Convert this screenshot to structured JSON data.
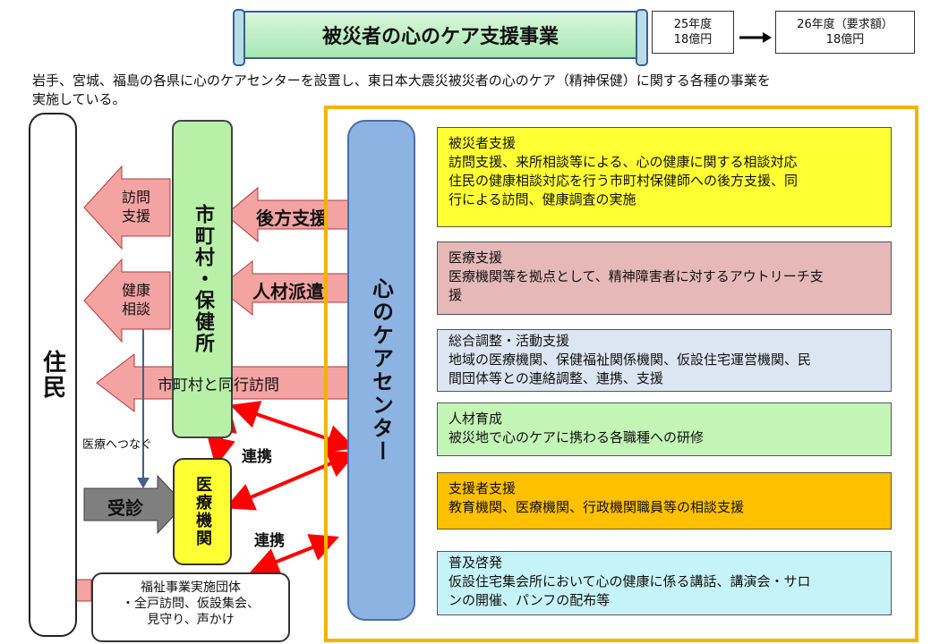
{
  "title": "被災者の心のケア支援事業",
  "budget": {
    "fy25_line1": "25年度",
    "fy25_line2": "18億円",
    "fy26_line1": "26年度（要求額）",
    "fy26_line2": "18億円"
  },
  "intro": {
    "line1": "岩手、宮城、福島の各県に心のケアセンターを設置し、東日本大震災被災者の心のケア（精神保健）に関する各種の事業を",
    "line2": "実施している。"
  },
  "left": {
    "jumin": "住民",
    "shichoson": "市町村・保健所",
    "kokoro_center": "心のケアセンター",
    "iryo_kikan": "医療機関"
  },
  "arrows": {
    "houmon_1": "訪問",
    "houmon_2": "支援",
    "kenko_1": "健康",
    "kenko_2": "相談",
    "kouhou": "後方支援",
    "jinzai": "人材派遣",
    "doukou": "市町村と同行訪問",
    "iryo_e": "医療へつなぐ",
    "jushin": "受診",
    "renkei1": "連携",
    "renkei2": "連携"
  },
  "fukushi": {
    "line1": "福祉事業実施団体",
    "line2": "・全戸訪問、仮設集会、",
    "line3": "見守り、声かけ"
  },
  "services": [
    {
      "title": "被災者支援",
      "line1": "訪問支援、来所相談等による、心の健康に関する相談対応",
      "line2": "住民の健康相談対応を行う市町村保健師への後方支援、同",
      "line3": "行による訪問、健康調査の実施"
    },
    {
      "title": "医療支援",
      "line1": "医療機関等を拠点として、精神障害者に対するアウトリーチ支",
      "line2": "援"
    },
    {
      "title": "総合調整・活動支援",
      "line1": "地域の医療機関、保健福祉関係機関、仮設住宅運営機関、民",
      "line2": "間団体等との連絡調整、連携、支援"
    },
    {
      "title": "人材育成",
      "line1": "被災地で心のケアに携わる各職種への研修"
    },
    {
      "title": "支援者支援",
      "line1": "教育機関、医療機関、行政機関職員等の相談支援"
    },
    {
      "title": "普及啓発",
      "line1": "仮設住宅集会所において心の健康に係る講話、講演会・サロ",
      "line2": "ンの開催、パンフの配布等"
    }
  ],
  "colors": {
    "svc0": "#ffff33",
    "svc1": "#e6b9b8",
    "svc2": "#dce6f2",
    "svc3": "#c3f5b6",
    "svc4": "#ffc000",
    "svc5": "#c6f3f7",
    "pink_arrow": "#f4a3a3",
    "red_link": "#ff0000"
  }
}
